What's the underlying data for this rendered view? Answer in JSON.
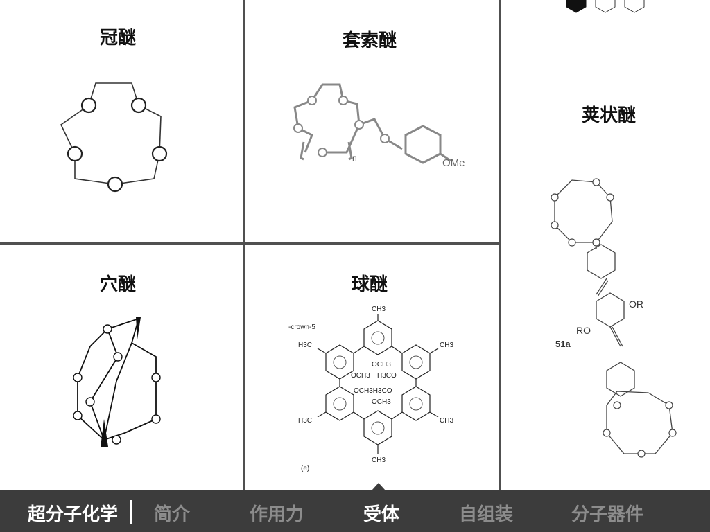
{
  "panels": {
    "crown": {
      "title": "冠醚"
    },
    "lariat": {
      "title": "套索醚",
      "labels": {
        "n": "n",
        "ome": "OMe"
      }
    },
    "bibracchial": {
      "title": "荚状醚",
      "labels": {
        "or1": "OR",
        "or2": "RO",
        "compound": "51a"
      }
    },
    "cryptand": {
      "title": "穴醚"
    },
    "spherand": {
      "title": "球醚",
      "labels": {
        "crown": "-crown-5",
        "ch3": "CH3",
        "h3c": "H3C",
        "och3": "OCH3",
        "h3co": "H3CO",
        "och3h3co": "OCH3H3CO",
        "e": "(e)"
      }
    }
  },
  "pager": {
    "dots": [
      "filled",
      "outline",
      "outline"
    ]
  },
  "footer": {
    "brand": "超分子化学",
    "nav": [
      "简介",
      "作用力",
      "受体",
      "自组装",
      "分子器件"
    ],
    "active_index": 2
  },
  "colors": {
    "footer_bg": "#3c3c3c",
    "nav_inactive": "#8c8c8c",
    "nav_active": "#ffffff",
    "divider": "#505050"
  }
}
